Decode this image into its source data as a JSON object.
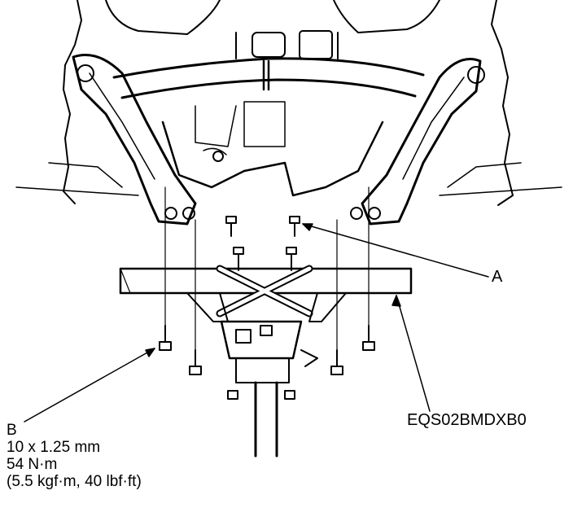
{
  "callouts": {
    "a": "A",
    "tool_code": "EQS02BMDXB0",
    "b": "B",
    "bolt_size": "10 x 1.25 mm",
    "torque_nm": "54 N·m",
    "torque_alt": "(5.5 kgf·m, 40 lbf·ft)"
  },
  "colors": {
    "line": "#000000",
    "background": "#ffffff"
  }
}
